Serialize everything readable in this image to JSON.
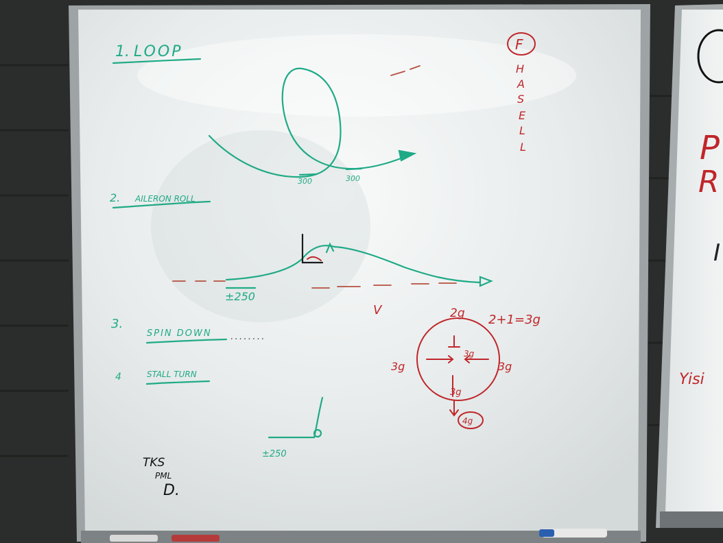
{
  "board": {
    "items": [
      {
        "number": "1.",
        "label": "LOOP"
      },
      {
        "number": "2.",
        "label": "AILERON ROLL"
      },
      {
        "number": "3.",
        "label": "SPIN DOWN"
      },
      {
        "number": "4",
        "label": "STALL TURN"
      }
    ],
    "loop_marks": [
      "300",
      "300"
    ],
    "roll_mark": "±250",
    "stall_mark": "±250",
    "spin_dots": "........",
    "v_label": "V",
    "g_top": "2g",
    "g_sum": "2+1=3g",
    "g_left": "3g",
    "g_right": "3g",
    "g_center": "3g",
    "g_below_center": "3g",
    "g_bottom": "4g",
    "sign_off_1": "TKS",
    "sign_off_2": "PML",
    "sign_off_mark": "D.",
    "side_letter": "F",
    "side_column": [
      "H",
      "A",
      "S",
      "E",
      "L",
      "L"
    ]
  },
  "right_board": {
    "letters": [
      "P",
      "R",
      "I"
    ],
    "word": "Yisi"
  },
  "colors": {
    "green_marker": "#1faa86",
    "red_marker": "#c0262a",
    "black_marker": "#111111",
    "board": "#eef1f2",
    "frame": "#b8bcbe",
    "wall": "#2b2d2c"
  }
}
